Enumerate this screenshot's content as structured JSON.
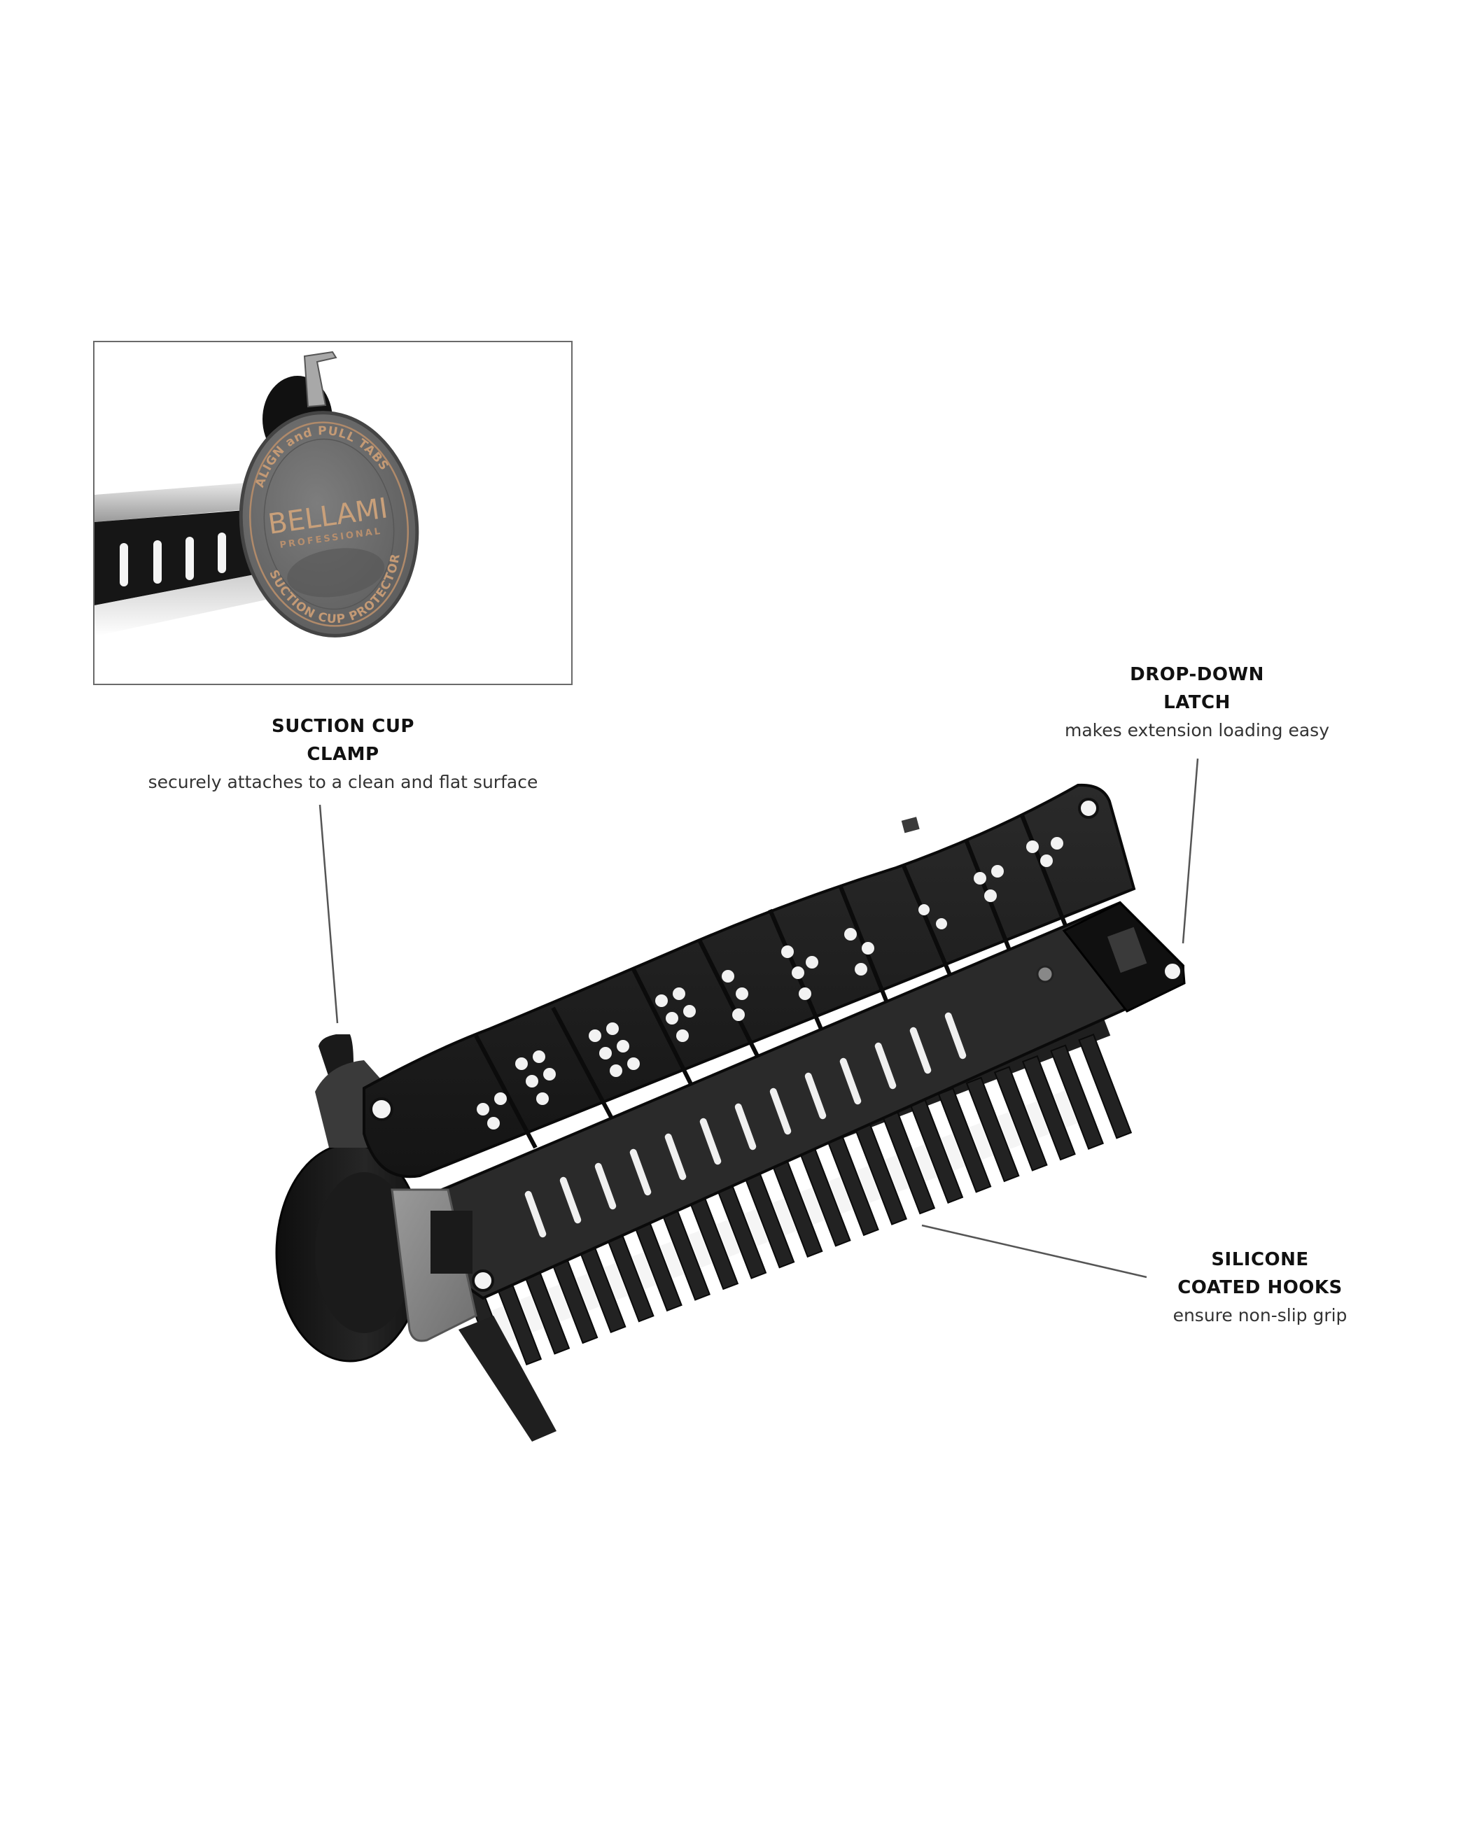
{
  "callouts": [
    {
      "id": "suction-cup-clamp",
      "title_line1": "SUCTION CUP",
      "title_line2": "CLAMP",
      "description": "securely attaches to a clean and flat surface"
    },
    {
      "id": "drop-down-latch",
      "title_line1": "DROP-DOWN",
      "title_line2": "LATCH",
      "description": "makes extension loading easy"
    },
    {
      "id": "silicone-coated-hooks",
      "title_line1": "SILICONE",
      "title_line2": "COATED HOOKS",
      "description": "ensure non-slip grip"
    }
  ],
  "inset": {
    "brand": "BELLAMI",
    "brand_sub": "PROFESSIONAL",
    "ring_top_text": "ALIGN and PULL TABS",
    "ring_bottom_text": "SUCTION CUP PROTECTOR"
  },
  "colors": {
    "background": "#ffffff",
    "product_black": "#151515",
    "product_dark_gray": "#2e2e2e",
    "bracket_gray": "#8a8a8a",
    "disc_gray": "#6e6e6e",
    "disc_accent_bronze": "#b08a6a",
    "leader_line": "#555555",
    "inset_border": "#6a6a6a"
  }
}
